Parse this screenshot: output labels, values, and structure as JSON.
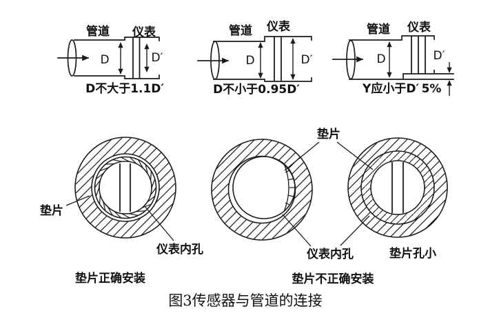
{
  "figure_caption": "图3传感器与管道的连接",
  "pipe_diagrams": [
    {
      "pipe_label": "管道",
      "instrument_label": "仪表",
      "diameter_label": "D",
      "instrument_diameter_label": "D′",
      "condition": "D不大于1.1D′"
    },
    {
      "pipe_label": "管道",
      "instrument_label": "仪表",
      "diameter_label": "D",
      "instrument_diameter_label": "D′",
      "condition": "D不小于0.95D′"
    },
    {
      "pipe_label": "管道",
      "instrument_label": "仪表",
      "diameter_label": "D",
      "instrument_diameter_label": "D′",
      "condition": "Y应小于D′",
      "offset_label": "5%"
    }
  ],
  "gasket_section": {
    "gasket_label_left": "垫片",
    "bore_label_left": "仪表内孔",
    "caption_correct": "垫片正确安装",
    "gasket_label_shared": "垫片",
    "bore_label_shared": "仪表内孔",
    "small_hole_label": "垫片孔小",
    "caption_incorrect": "垫片不正确安装"
  },
  "colors": {
    "line": "#1b1b1b",
    "background": "#ffffff"
  }
}
